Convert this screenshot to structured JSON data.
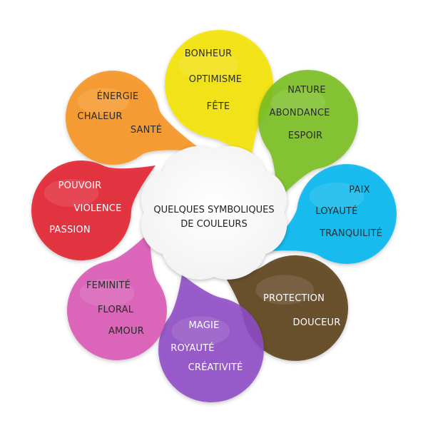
{
  "center": {
    "line1": "QUELQUES SYMBOLIQUES",
    "line2": "DE COULEURS"
  },
  "petals": [
    {
      "color": "#f7931e",
      "text_color": "#2b2b2b",
      "words": [
        "ÉNERGIE",
        "CHALEUR",
        "SANTÉ"
      ]
    },
    {
      "color": "#f4e400",
      "text_color": "#2b2b2b",
      "words": [
        "BONHEUR",
        "OPTIMISME",
        "FÊTE"
      ]
    },
    {
      "color": "#78be20",
      "text_color": "#2b2b2b",
      "words": [
        "NATURE",
        "ABONDANCE",
        "ESPOIR"
      ]
    },
    {
      "color": "#00b6ef",
      "text_color": "#2b2b2b",
      "words": [
        "PAIX",
        "LOYAUTÉ",
        "TRANQUILITÉ"
      ]
    },
    {
      "color": "#5a3e18",
      "text_color": "#ffffff",
      "words": [
        "PROTECTION",
        "DOUCEUR"
      ]
    },
    {
      "color": "#8e4bc6",
      "text_color": "#ffffff",
      "words": [
        "MAGIE",
        "ROYAUTÉ",
        "CRÉATIVITÉ"
      ]
    },
    {
      "color": "#d956b4",
      "text_color": "#2b2b2b",
      "words": [
        "FEMINITÉ",
        "FLORAL",
        "AMOUR"
      ]
    },
    {
      "color": "#e31c2d",
      "text_color": "#ffffff",
      "words": [
        "POUVOIR",
        "VIOLENCE",
        "PASSION"
      ]
    }
  ]
}
